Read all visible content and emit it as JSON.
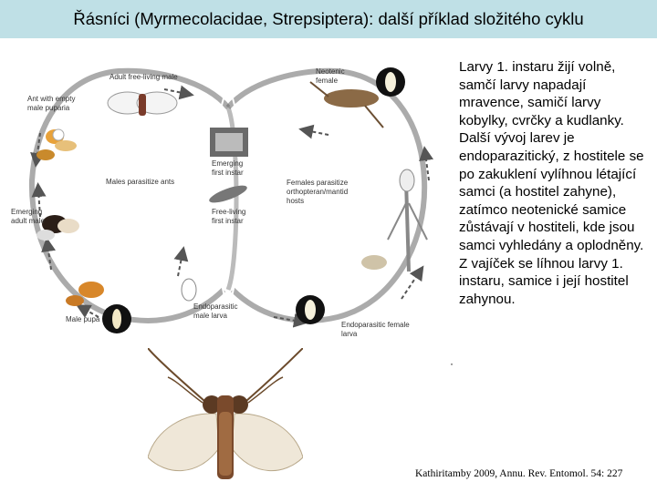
{
  "title": "Řásníci (Myrmecolacidae, Strepsiptera): další příklad složitého cyklu",
  "body_text": "Larvy 1. instaru žijí volně, samčí larvy napadají mravence, samičí larvy kobylky, cvrčky a kudlanky. Další vývoj larev je endoparazitický, z hostitele se po zakuklení vylíhnou létající samci (a hostitel zahyne), zatímco neotenické samice zůstávají v hostiteli, kde jsou samci vyhledány a oplodněny. Z vajíček se líhnou larvy 1. instaru, samice i její hostitel zahynou.",
  "citation": "Kathiritamby 2009, Annu. Rev. Entomol. 54: 227",
  "diagram_labels": {
    "adult_male": "Adult free-living male",
    "ant_pupa_1": "Ant with empty",
    "ant_pupa_2": "male puparia",
    "males_parasitize": "Males parasitize ants",
    "emerging_male_1": "Emerging",
    "emerging_male_2": "adult male",
    "male_pupa": "Male pupa",
    "endo_male_1": "Endoparasitic",
    "endo_male_2": "male larva",
    "neotenic_1": "Neotenic",
    "neotenic_2": "female",
    "emerging_first_1": "Emerging",
    "emerging_first_2": "first instar",
    "free_living_1": "Free-living",
    "free_living_2": "first instar",
    "females_parasitize_1": "Females parasitize",
    "females_parasitize_2": "orthopteran/mantid",
    "females_parasitize_3": "hosts",
    "endo_female_1": "Endoparasitic female",
    "endo_female_2": "larva"
  },
  "colors": {
    "title_bar": "#bfe0e6",
    "arrow": "#555555"
  }
}
